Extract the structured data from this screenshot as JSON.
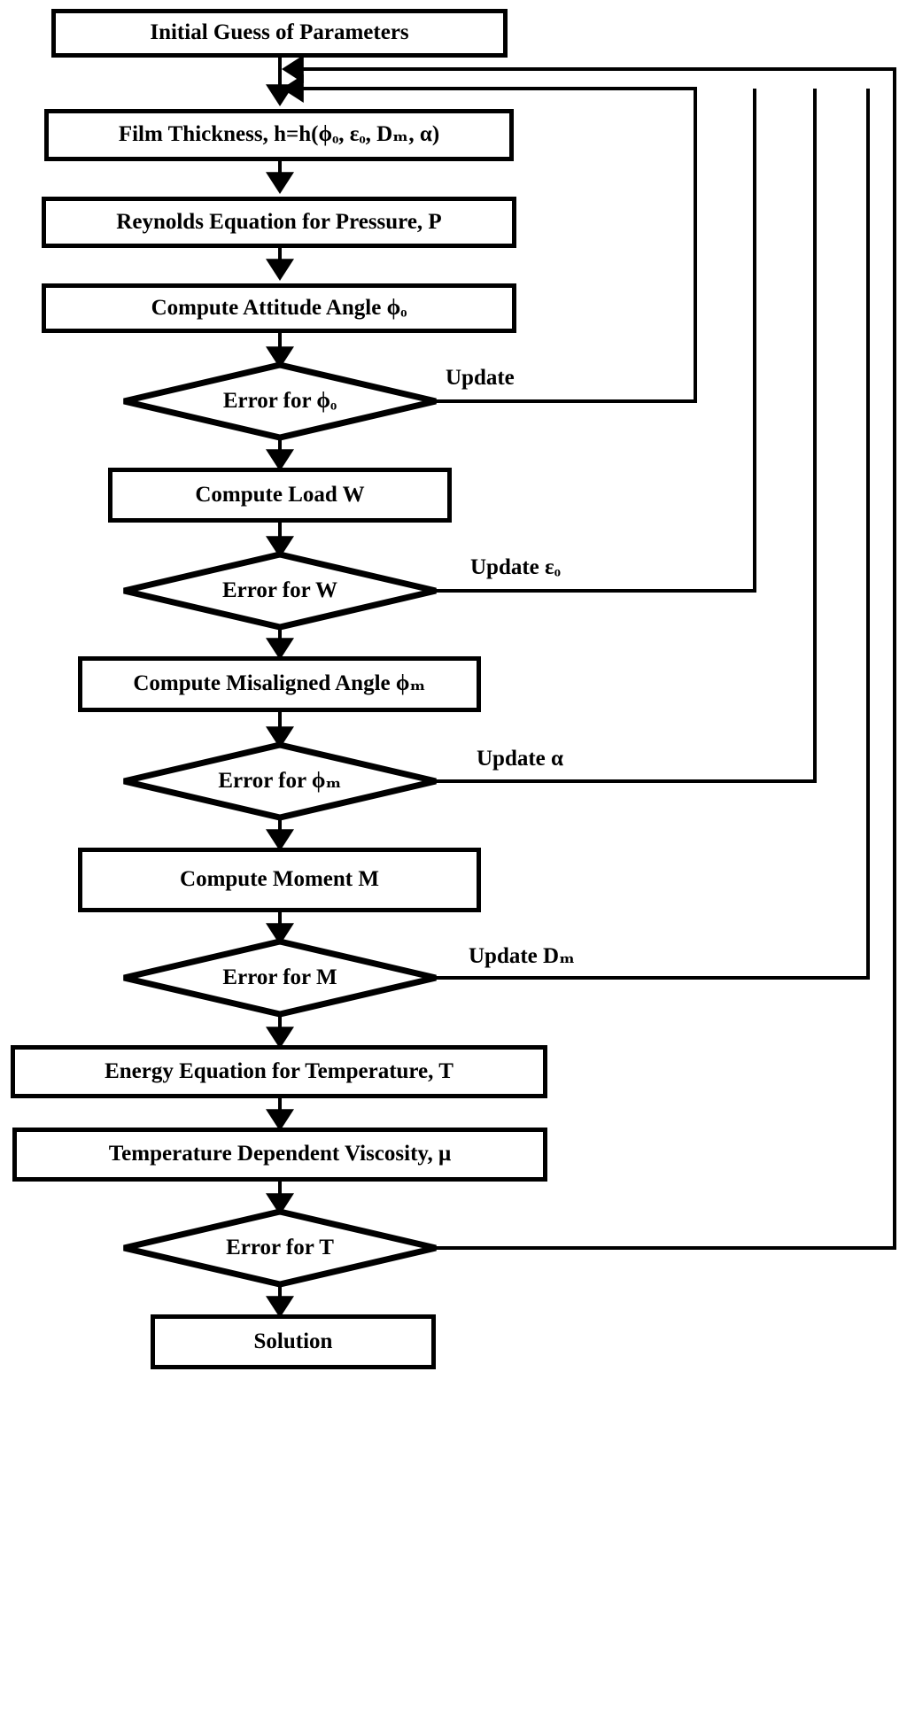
{
  "diagram": {
    "title": "Thermohydrodynamic journal bearing iterative solution flowchart",
    "type": "flowchart",
    "stroke_color": "#000000",
    "background_color": "#ffffff",
    "nodes": [
      {
        "id": "initial-guess",
        "shape": "process",
        "label": "Initial Guess of Parameters"
      },
      {
        "id": "film-thickness",
        "shape": "process",
        "label": "Film Thickness, h=h(ϕₒ, εₒ, Dₘ, α)"
      },
      {
        "id": "reynolds-equation",
        "shape": "process",
        "label": "Reynolds Equation for Pressure, P"
      },
      {
        "id": "attitude-angle",
        "shape": "process",
        "label": "Compute Attitude Angle ϕₒ"
      },
      {
        "id": "error-phi-o",
        "shape": "decision",
        "label": "Error for ϕₒ"
      },
      {
        "id": "compute-load",
        "shape": "process",
        "label": "Compute Load W"
      },
      {
        "id": "error-w",
        "shape": "decision",
        "label": "Error for W"
      },
      {
        "id": "misaligned-angle",
        "shape": "process",
        "label": "Compute Misaligned Angle ϕₘ"
      },
      {
        "id": "error-phi-m",
        "shape": "decision",
        "label": "Error for ϕₘ"
      },
      {
        "id": "compute-moment",
        "shape": "process",
        "label": "Compute Moment M"
      },
      {
        "id": "error-m",
        "shape": "decision",
        "label": "Error for M"
      },
      {
        "id": "energy-equation",
        "shape": "process",
        "label": "Energy Equation for Temperature, T"
      },
      {
        "id": "viscosity",
        "shape": "process",
        "label": "Temperature Dependent Viscosity, μ"
      },
      {
        "id": "error-t",
        "shape": "decision",
        "label": "Error for T"
      },
      {
        "id": "solution",
        "shape": "process",
        "label": "Solution"
      }
    ],
    "edge_labels": [
      {
        "id": "update-phi-o",
        "label": "Update",
        "from": "error-phi-o"
      },
      {
        "id": "update-eps-o",
        "label": "Update εₒ",
        "from": "error-w"
      },
      {
        "id": "update-alpha",
        "label": "Update α",
        "from": "error-phi-m"
      },
      {
        "id": "update-dm",
        "label": "Update Dₘ",
        "from": "error-m"
      }
    ]
  }
}
